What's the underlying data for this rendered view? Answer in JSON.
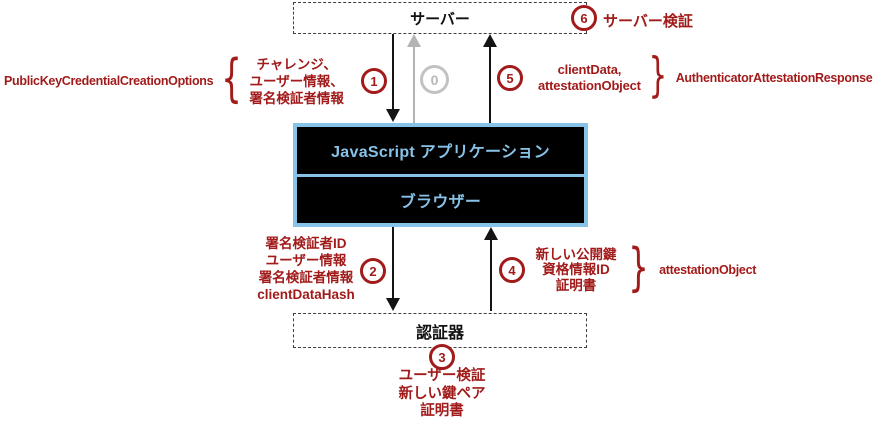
{
  "nodes": {
    "server": "サーバー",
    "js_app": "JavaScript アプリケーション",
    "browser": "ブラウザー",
    "authenticator": "認証器"
  },
  "circles": {
    "s0": "0",
    "s1": "1",
    "s2": "2",
    "s3": "3",
    "s4": "4",
    "s5": "5",
    "s6": "6"
  },
  "labels": {
    "step1": {
      "name": "PublicKeyCredentialCreationOptions",
      "lines": [
        "チャレンジ、",
        "ユーザー情報、",
        "署名検証者情報"
      ]
    },
    "step2": {
      "lines": [
        "署名検証者ID",
        "ユーザー情報",
        "署名検証者情報",
        "clientDataHash"
      ]
    },
    "step3": {
      "lines": [
        "ユーザー検証",
        "新しい鍵ペア",
        "証明書"
      ]
    },
    "step4": {
      "name": "attestationObject",
      "lines": [
        "新しい公開鍵",
        "資格情報ID",
        "証明書"
      ]
    },
    "step5": {
      "name": "AuthenticatorAttestationResponse",
      "lines": [
        "clientData,",
        "attestationObject"
      ]
    },
    "step6": {
      "text": "サーバー検証"
    }
  },
  "glyphs": {
    "brace_open": "{",
    "brace_close": "}"
  },
  "colors": {
    "accent_red": "#a21b1b",
    "inactive_gray": "#b4b4b4",
    "box_light_blue": "#87c3e8",
    "box_background": "#000000",
    "arrow_black": "#141414"
  }
}
